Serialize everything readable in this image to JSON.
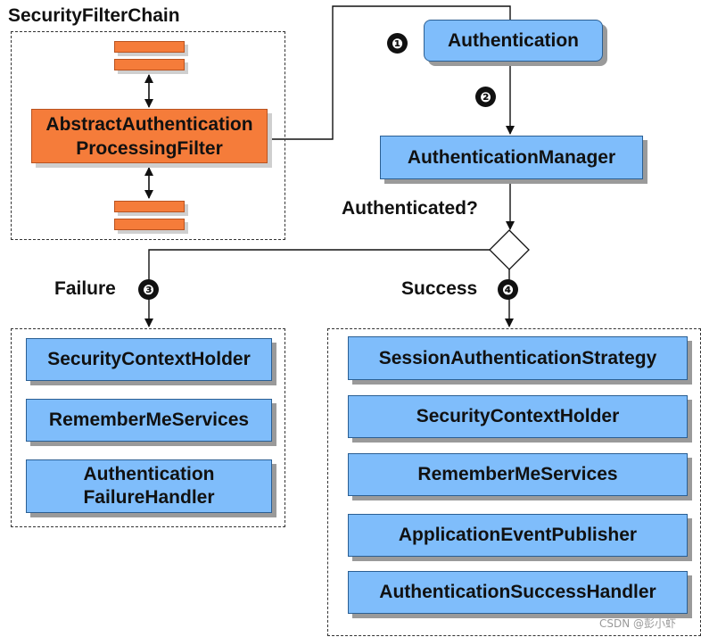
{
  "chain": {
    "title": "SecurityFilterChain",
    "filter_line1": "AbstractAuthentication",
    "filter_line2": "ProcessingFilter"
  },
  "authentication": "Authentication",
  "authentication_manager": "AuthenticationManager",
  "decision": "Authenticated?",
  "failure": {
    "label": "Failure",
    "items": [
      "SecurityContextHolder",
      "RememberMeServices"
    ],
    "handler_line1": "Authentication",
    "handler_line2": "FailureHandler"
  },
  "success": {
    "label": "Success",
    "items": [
      "SessionAuthenticationStrategy",
      "SecurityContextHolder",
      "RememberMeServices",
      "ApplicationEventPublisher",
      "AuthenticationSuccessHandler"
    ]
  },
  "steps": [
    "❶",
    "❷",
    "❸",
    "❹"
  ],
  "watermark": "CSDN @彭小虾"
}
